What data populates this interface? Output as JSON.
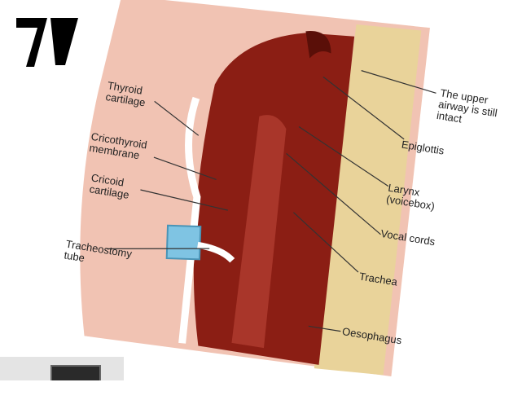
{
  "labels": {
    "upper_airway": "The upper\nairway is still\nintact",
    "thyroid": "Thyroid\ncartilage",
    "epiglottis": "Epiglottis",
    "cricothyroid": "Cricothyroid\nmembrane",
    "larynx": "Larynx\n(voicebox)",
    "cricoid": "Cricoid\ncartilage",
    "vocal_cords": "Vocal cords",
    "trachea": "Trachea",
    "tracheostomy": "Tracheostomy\ntube",
    "oesophagus": "Oesophagus"
  },
  "colors": {
    "skin": "#f1c3b3",
    "tissue": "#8b1e14",
    "spine": "#e9d39a",
    "tube": "#7fc4e3"
  }
}
